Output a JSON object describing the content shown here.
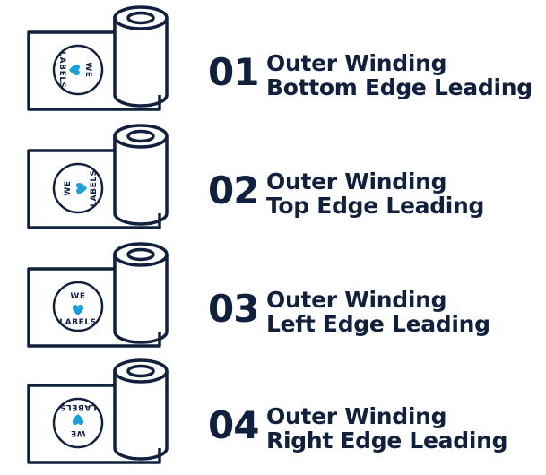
{
  "colors": {
    "ink": "#11203d",
    "heart": "#1a9fd6",
    "background": "#ffffff"
  },
  "options": [
    {
      "number": "01",
      "line1": "Outer Winding",
      "line2": "Bottom Edge Leading",
      "label_top": "WE",
      "label_bottom": "LABELS",
      "orientation_deg": 90
    },
    {
      "number": "02",
      "line1": "Outer Winding",
      "line2": "Top Edge Leading",
      "label_top": "WE",
      "label_bottom": "LABELS",
      "orientation_deg": -90
    },
    {
      "number": "03",
      "line1": "Outer Winding",
      "line2": "Left Edge Leading",
      "label_top": "WE",
      "label_bottom": "LABELS",
      "orientation_deg": 0
    },
    {
      "number": "04",
      "line1": "Outer Winding",
      "line2": "Right Edge Leading",
      "label_top": "WE",
      "label_bottom": "LABELS",
      "orientation_deg": 180
    }
  ]
}
